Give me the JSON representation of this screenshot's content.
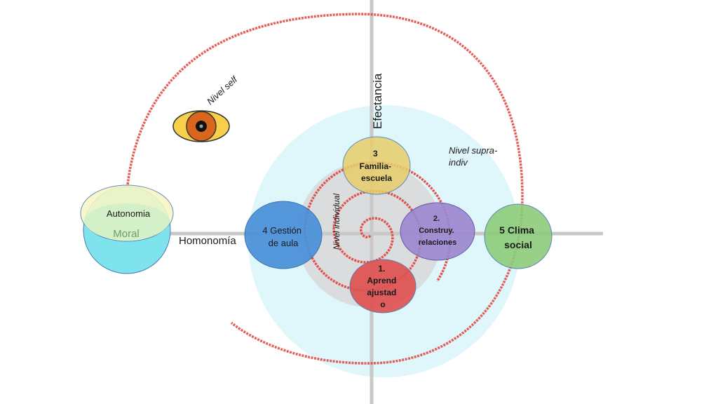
{
  "axes": {
    "vertical_label": "Efectancia",
    "horizontal_label": "Homonomía"
  },
  "levels": {
    "self": "Nivel self",
    "individual": "Nivel individual",
    "supra": [
      "Nivel supra-",
      "indiv"
    ]
  },
  "nodes": {
    "autonomia": "Autonomia",
    "moral": "Moral",
    "gestion": [
      "4 Gestión",
      "de aula"
    ],
    "familia": [
      "3",
      "Familia-",
      "escuela"
    ],
    "construy": [
      "2.",
      "Construy.",
      "relaciones"
    ],
    "clima": [
      "5 Clima",
      "social"
    ],
    "aprend": [
      "1.",
      "Aprend",
      "ajustad",
      "o"
    ]
  },
  "colors": {
    "axis": "#c8c8c8",
    "spiral": "#e0423c",
    "supra_bg": "#dff6fb",
    "individual_bg": "#d9d9d9",
    "gestion": "#4a90d9",
    "familia": "#e8cd6a",
    "construy": "#9b87d0",
    "clima": "#8ccc7a",
    "aprend": "#e05252",
    "moral": "#7fe3ee",
    "autonomia": "#f8f7c4",
    "eye_outer": "#f7cf4a",
    "eye_iris": "#d9661c"
  }
}
